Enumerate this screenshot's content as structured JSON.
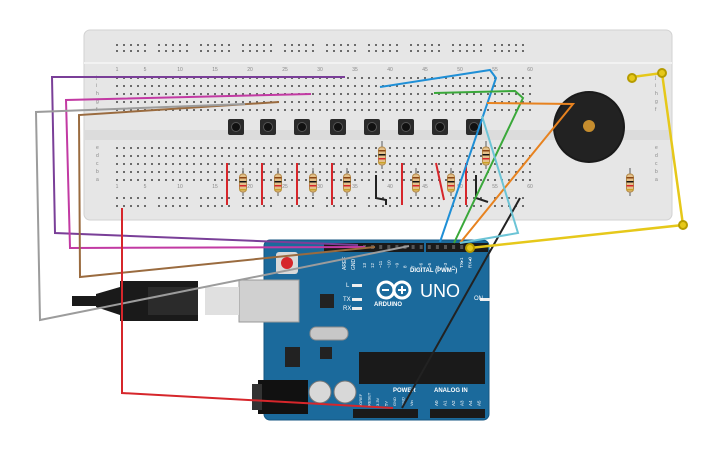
{
  "breadboard": {
    "column_labels": [
      "1",
      "5",
      "10",
      "15",
      "20",
      "25",
      "30",
      "35",
      "40",
      "45",
      "50",
      "55",
      "60"
    ],
    "row_labels": [
      "j",
      "i",
      "h",
      "g",
      "f",
      "e",
      "d",
      "c",
      "b",
      "a"
    ]
  },
  "arduino": {
    "logo": "UNO",
    "brand": "ARDUINO",
    "digital_label": "DIGITAL (PWM~)",
    "analog_label": "ANALOG IN",
    "power_label": "POWER",
    "on_label": "ON",
    "l_label": "L",
    "tx_label": "TX",
    "rx_label": "RX",
    "aref_label": "AREF",
    "gnd_label": "GND",
    "digital_pins": [
      "13",
      "12",
      "~11",
      "~10",
      "~9",
      "8",
      "7",
      "~6",
      "~5",
      "4",
      "~3",
      "2",
      "TX▸1",
      "RX◂0"
    ],
    "power_pins": [
      "IOREF",
      "RESET",
      "3.3V",
      "5V",
      "GND",
      "GND",
      "Vin"
    ],
    "analog_pins": [
      "A0",
      "A1",
      "A2",
      "A3",
      "A4",
      "A5"
    ]
  },
  "components": {
    "buttons": 8,
    "resistors": 9,
    "buzzer": 1
  },
  "colors": {
    "board_bg": "#e8e8e8",
    "arduino_blue": "#1b6a9c",
    "wire_red": "#d6262b",
    "wire_black": "#222222",
    "wire_yellow": "#e6c81a",
    "wire_purple": "#7a3f98",
    "wire_magenta": "#c23aa3",
    "wire_brown": "#9a6b3f",
    "wire_gray": "#9c9c9c",
    "wire_blue": "#1f8fd6",
    "wire_green": "#3aa83a",
    "wire_orange": "#e7821f",
    "wire_lightblue": "#6cc4d6"
  }
}
